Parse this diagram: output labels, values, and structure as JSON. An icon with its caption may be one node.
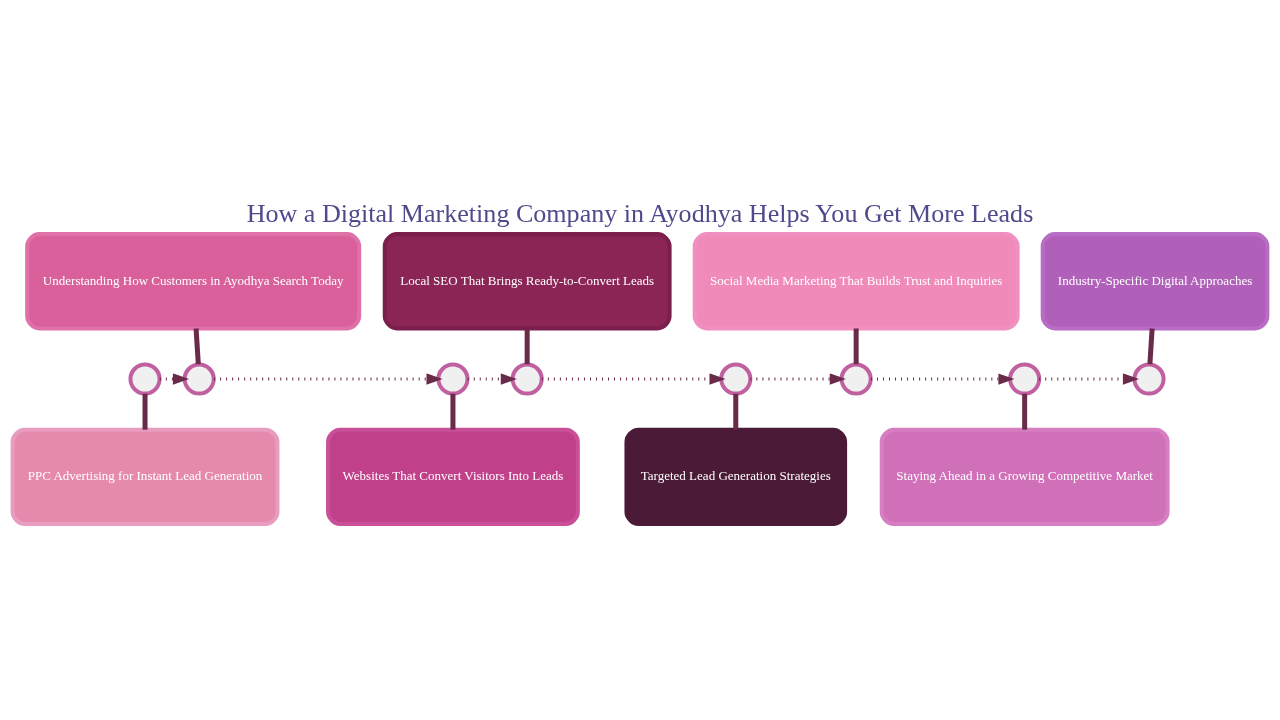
{
  "diagram": {
    "title": "How a Digital Marketing Company in Ayodhya Helps You Get More Leads",
    "nodes": [
      {
        "text": [
          "PPC Advertising for Instant Lead Generation"
        ]
      },
      {
        "text": [
          "Understanding How Customers in Ayodhya Search Today"
        ]
      },
      {
        "text": [
          "Websites That Convert Visitors Into Leads"
        ]
      },
      {
        "text": [
          "Local SEO That Brings Ready-to-Convert Leads"
        ]
      },
      {
        "text": [
          "Targeted Lead Generation Strategies"
        ]
      },
      {
        "text": [
          "Social Media Marketing That Builds Trust and Inquiries"
        ]
      },
      {
        "text": [
          "Staying Ahead in a Growing Competitive Market"
        ]
      },
      {
        "text": [
          "Industry-Specific Digital Approaches"
        ]
      },
      {
        "text": [],
        "shape": "circle"
      },
      {
        "text": [],
        "shape": "circle"
      },
      {
        "text": [],
        "shape": "circle"
      },
      {
        "text": [],
        "shape": "circle"
      },
      {
        "text": [],
        "shape": "circle"
      },
      {
        "text": [],
        "shape": "circle"
      },
      {
        "text": [],
        "shape": "circle"
      },
      {
        "text": [],
        "shape": "circle"
      }
    ],
    "edges": [
      {
        "from": 8,
        "to": 0,
        "arrow": "none"
      },
      {
        "from": 1,
        "to": 9,
        "arrow": "none"
      },
      {
        "from": 10,
        "to": 2,
        "arrow": "none"
      },
      {
        "from": 3,
        "to": 11,
        "arrow": "none"
      },
      {
        "from": 12,
        "to": 4,
        "arrow": "none"
      },
      {
        "from": 5,
        "to": 13,
        "arrow": "none"
      },
      {
        "from": 14,
        "to": 6,
        "arrow": "none"
      },
      {
        "from": 7,
        "to": 15,
        "arrow": "none"
      },
      {
        "from": 8,
        "to": 9,
        "arrow": "to",
        "style": "dashed"
      },
      {
        "from": 9,
        "to": 10,
        "arrow": "to",
        "style": "dashed"
      },
      {
        "from": 10,
        "to": 11,
        "arrow": "to",
        "style": "dashed"
      },
      {
        "from": 11,
        "to": 12,
        "arrow": "to",
        "style": "dashed"
      },
      {
        "from": 12,
        "to": 13,
        "arrow": "to",
        "style": "dashed"
      },
      {
        "from": 13,
        "to": 14,
        "arrow": "to",
        "style": "dashed"
      },
      {
        "from": 14,
        "to": 15,
        "arrow": "to",
        "style": "dashed"
      }
    ]
  }
}
